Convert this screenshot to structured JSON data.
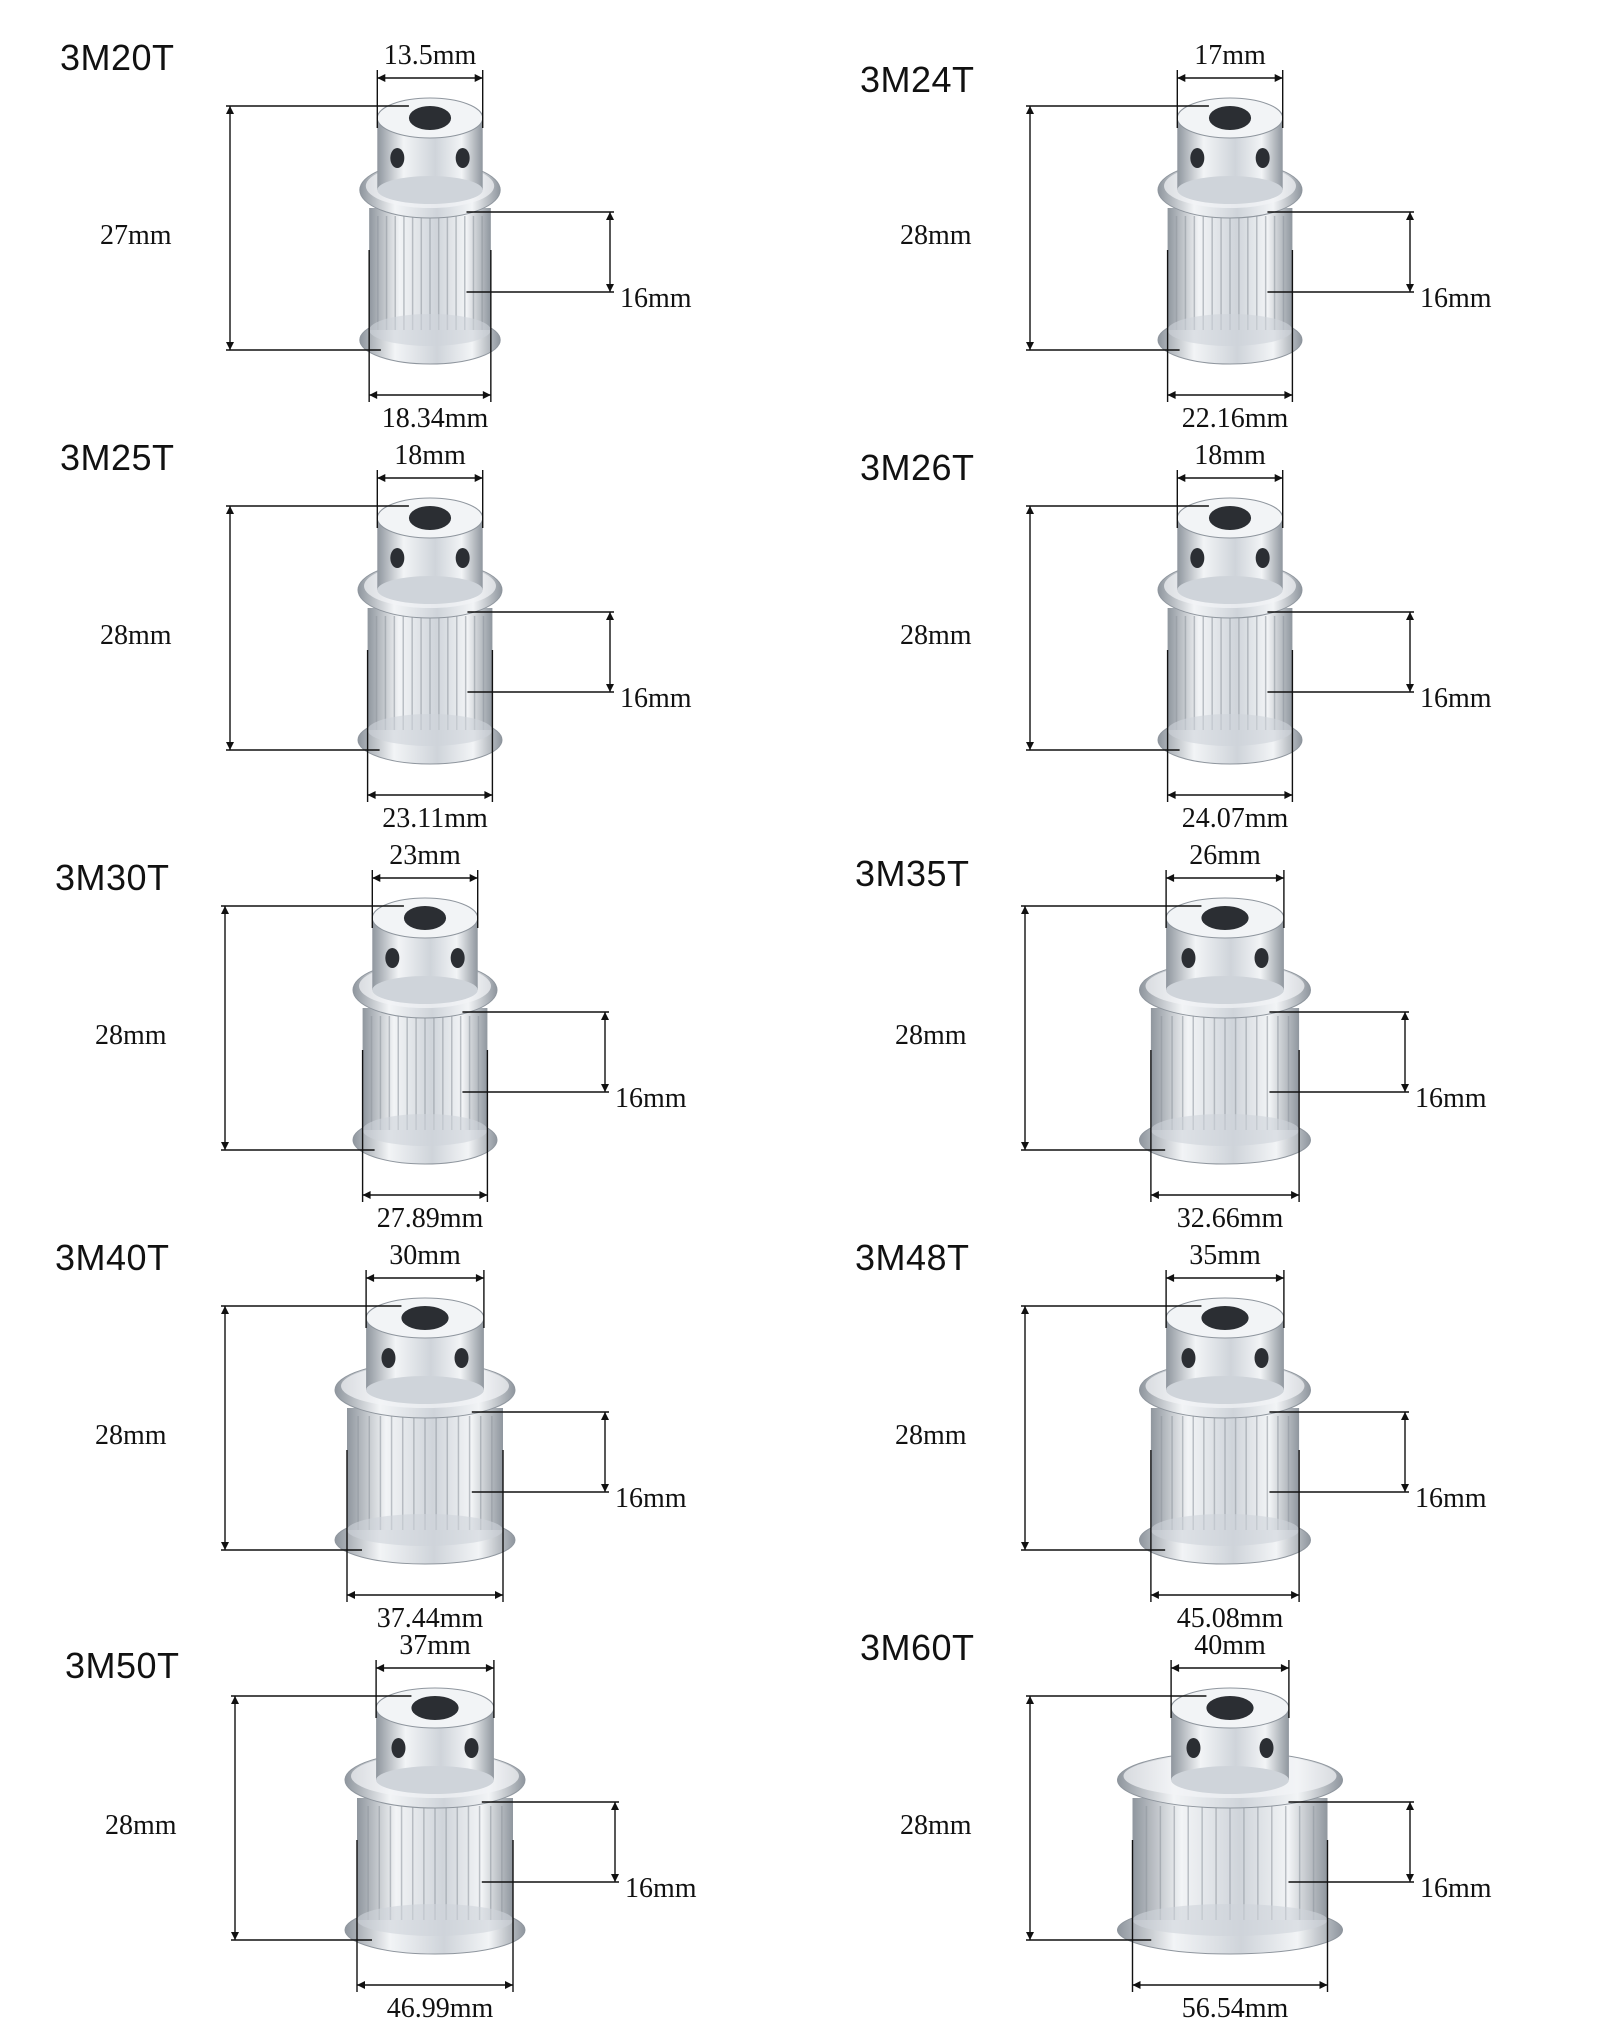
{
  "pulleys": [
    {
      "model": "3M20T",
      "hub_width": "13.5mm",
      "height": "27mm",
      "belt_width": "16mm",
      "diameter": "18.34mm",
      "scale": 0.78
    },
    {
      "model": "3M24T",
      "hub_width": "17mm",
      "height": "28mm",
      "belt_width": "16mm",
      "diameter": "22.16mm",
      "scale": 0.8
    },
    {
      "model": "3M25T",
      "hub_width": "18mm",
      "height": "28mm",
      "belt_width": "16mm",
      "diameter": "23.11mm",
      "scale": 0.8
    },
    {
      "model": "3M26T",
      "hub_width": "18mm",
      "height": "28mm",
      "belt_width": "16mm",
      "diameter": "24.07mm",
      "scale": 0.8
    },
    {
      "model": "3M30T",
      "hub_width": "23mm",
      "height": "28mm",
      "belt_width": "16mm",
      "diameter": "27.89mm",
      "scale": 0.8
    },
    {
      "model": "3M35T",
      "hub_width": "26mm",
      "height": "28mm",
      "belt_width": "16mm",
      "diameter": "32.66mm",
      "scale": 0.95
    },
    {
      "model": "3M40T",
      "hub_width": "30mm",
      "height": "28mm",
      "belt_width": "16mm",
      "diameter": "37.44mm",
      "scale": 1.0
    },
    {
      "model": "3M48T",
      "hub_width": "35mm",
      "height": "28mm",
      "belt_width": "16mm",
      "diameter": "45.08mm",
      "scale": 0.95
    },
    {
      "model": "3M50T",
      "hub_width": "37mm",
      "height": "28mm",
      "belt_width": "16mm",
      "diameter": "46.99mm",
      "scale": 1.0
    },
    {
      "model": "3M60T",
      "hub_width": "40mm",
      "height": "28mm",
      "belt_width": "16mm",
      "diameter": "56.54mm",
      "scale": 1.25
    }
  ],
  "colors": {
    "metal_light": "#f2f4f6",
    "metal_mid": "#cfd4da",
    "metal_dark": "#8f969e",
    "bore": "#2b2e33",
    "line": "#111111"
  }
}
